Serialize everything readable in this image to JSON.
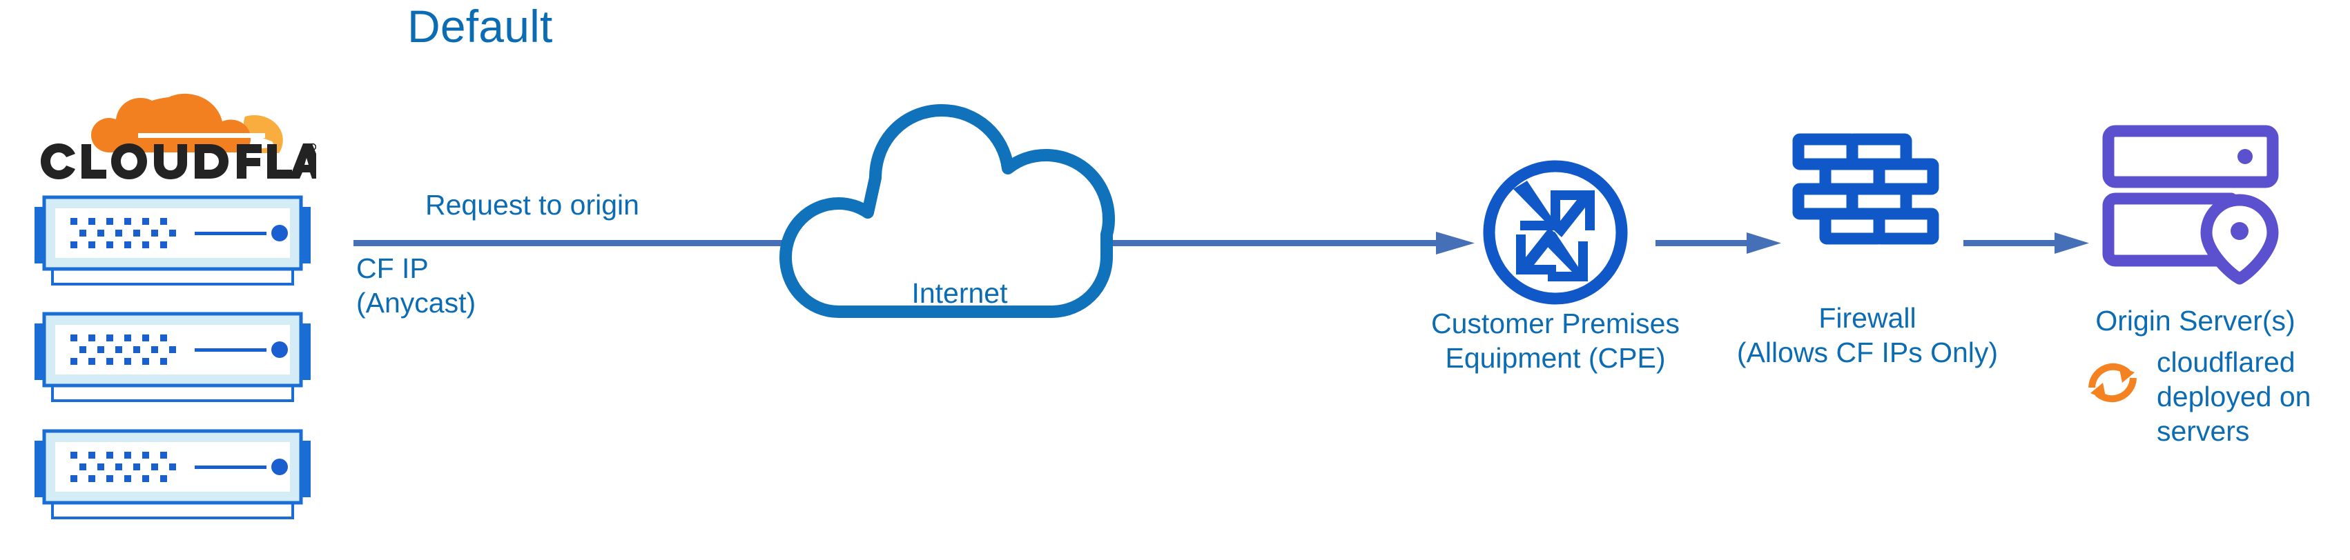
{
  "diagram": {
    "title": "Default",
    "colors": {
      "title_blue": "#0b6cb4",
      "label_blue": "#0b6cb4",
      "icon_blue": "#1058c8",
      "cloud_blue": "#0f72ba",
      "arrow_blue": "#4570b8",
      "server_purple": "#5b51ce",
      "cloudflare_orange_dark": "#f38020",
      "cloudflare_orange_light": "#faad3f",
      "wordmark_black": "#222222",
      "device_frame": "#1a6dd4",
      "device_fill": "#d4ecf6"
    },
    "nodes": {
      "cloudflare": {
        "icon": "cloudflare-logo",
        "wordmark": "CLOUDFLARE",
        "trademark": "®",
        "device_icon": "network-switch-icon",
        "device_count": 3,
        "caption_line1": "CF IP",
        "caption_line2": "(Anycast)"
      },
      "internet": {
        "icon": "cloud-icon",
        "label": "Internet"
      },
      "cpe": {
        "icon": "router-four-arrows-icon",
        "label_line1": "Customer Premises",
        "label_line2": "Equipment (CPE)"
      },
      "firewall": {
        "icon": "brick-wall-icon",
        "label_line1": "Firewall",
        "label_line2": "(Allows CF IPs Only)"
      },
      "origin": {
        "icon": "server-location-pin-icon",
        "label": "Origin Server(s)",
        "note_icon": "sync-arrows-icon",
        "note_line1": "cloudflared",
        "note_line2": "deployed on",
        "note_line3": "servers"
      }
    },
    "edges": {
      "request": {
        "label": "Request to origin",
        "icon": "arrow-right-icon",
        "from": "cloudflare",
        "to": "cpe"
      },
      "cpe_to_firewall": {
        "icon": "arrow-right-icon",
        "from": "cpe",
        "to": "firewall"
      },
      "firewall_to_origin": {
        "icon": "arrow-right-icon",
        "from": "firewall",
        "to": "origin"
      }
    }
  }
}
